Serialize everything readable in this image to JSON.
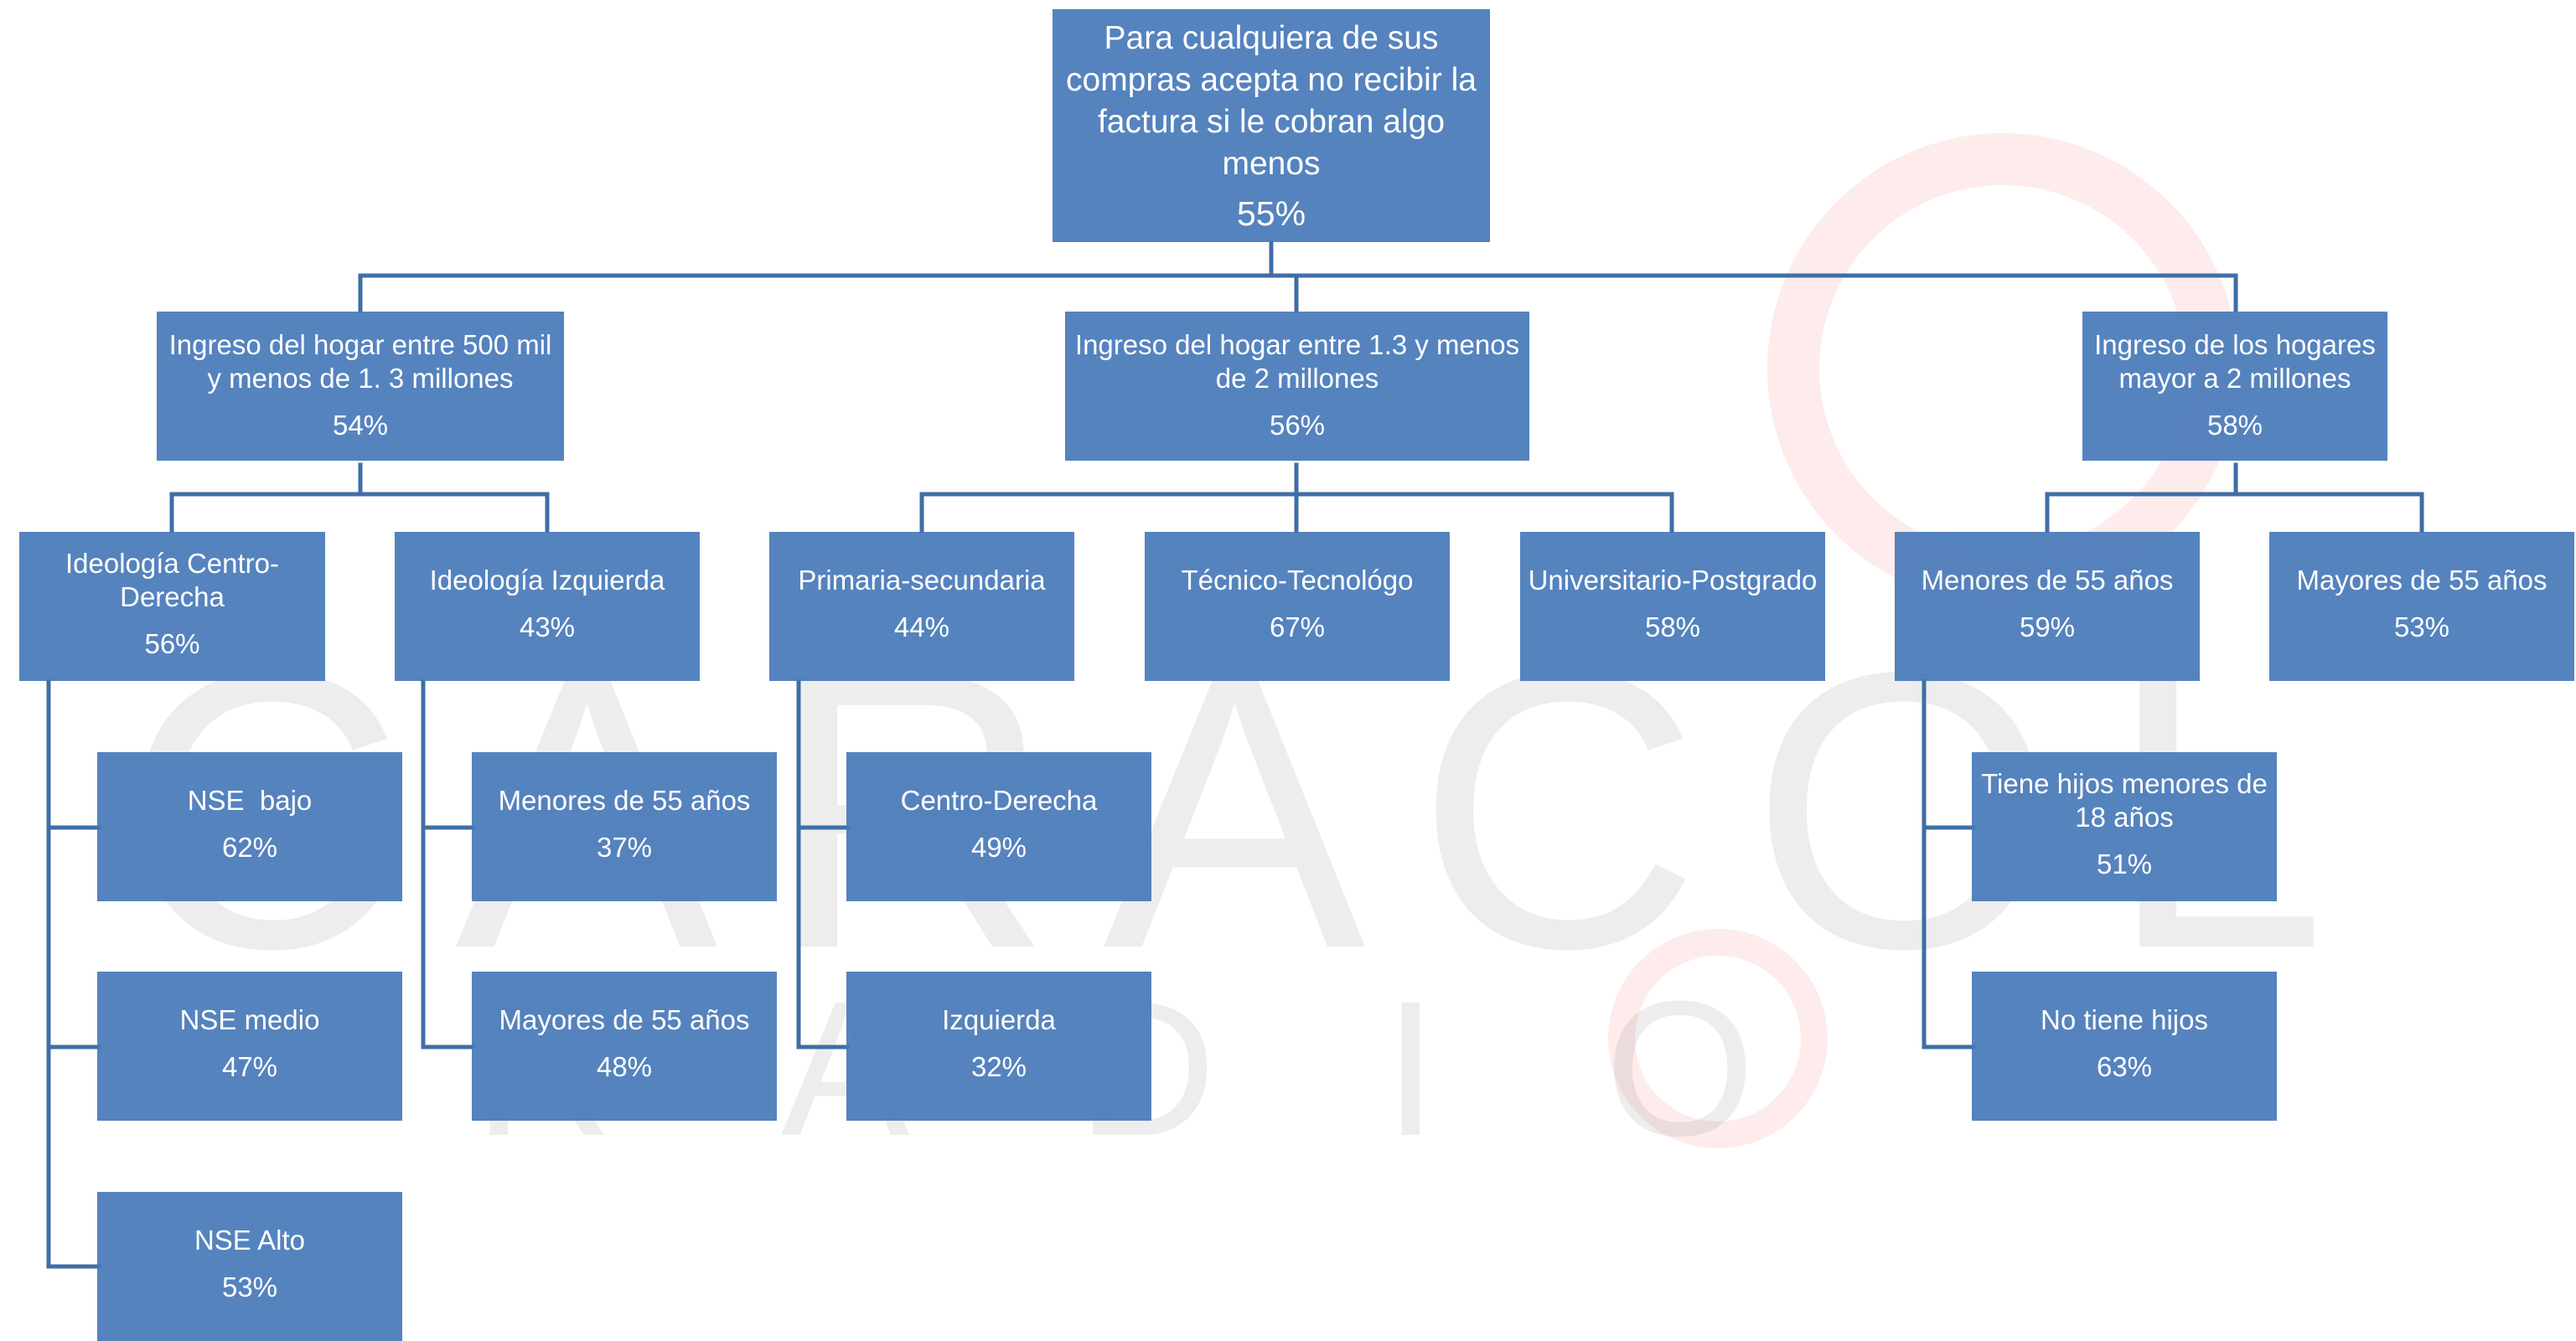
{
  "watermark": {
    "brand": "CARACOL",
    "sub": "RADIO",
    "accent": "#e8413c"
  },
  "colors": {
    "box": "#4a7bbd",
    "line": "#3f6ea6",
    "text": "#ffffff"
  },
  "root": {
    "label": "Para cualquiera de sus compras acepta no recibir la factura si le cobran algo menos",
    "value": "55%"
  },
  "level1": [
    {
      "label": "Ingreso del hogar entre 500 mil y menos de  1. 3 millones",
      "value": "54%"
    },
    {
      "label": "Ingreso del hogar entre 1.3 y menos de 2 millones",
      "value": "56%"
    },
    {
      "label": "Ingreso de los hogares mayor a 2 millones",
      "value": "58%"
    }
  ],
  "level2": [
    {
      "label": "Ideología Centro-Derecha",
      "value": "56%"
    },
    {
      "label": "Ideología Izquierda",
      "value": "43%"
    },
    {
      "label": "Primaria-secundaria",
      "value": "44%"
    },
    {
      "label": "Técnico-Tecnológo",
      "value": "67%"
    },
    {
      "label": "Universitario-Postgrado",
      "value": "58%"
    },
    {
      "label": "Menores de 55 años",
      "value": "59%"
    },
    {
      "label": "Mayores de 55 años",
      "value": "53%"
    }
  ],
  "level3": [
    {
      "label": "NSE  bajo",
      "value": "62%"
    },
    {
      "label": "NSE medio",
      "value": "47%"
    },
    {
      "label": "NSE Alto",
      "value": "53%"
    },
    {
      "label": "Menores de 55 años",
      "value": "37%"
    },
    {
      "label": "Mayores de 55 años",
      "value": "48%"
    },
    {
      "label": "Centro-Derecha",
      "value": "49%"
    },
    {
      "label": "Izquierda",
      "value": "32%"
    },
    {
      "label": "Tiene hijos menores de 18 años",
      "value": "51%"
    },
    {
      "label": "No tiene hijos",
      "value": "63%"
    }
  ]
}
